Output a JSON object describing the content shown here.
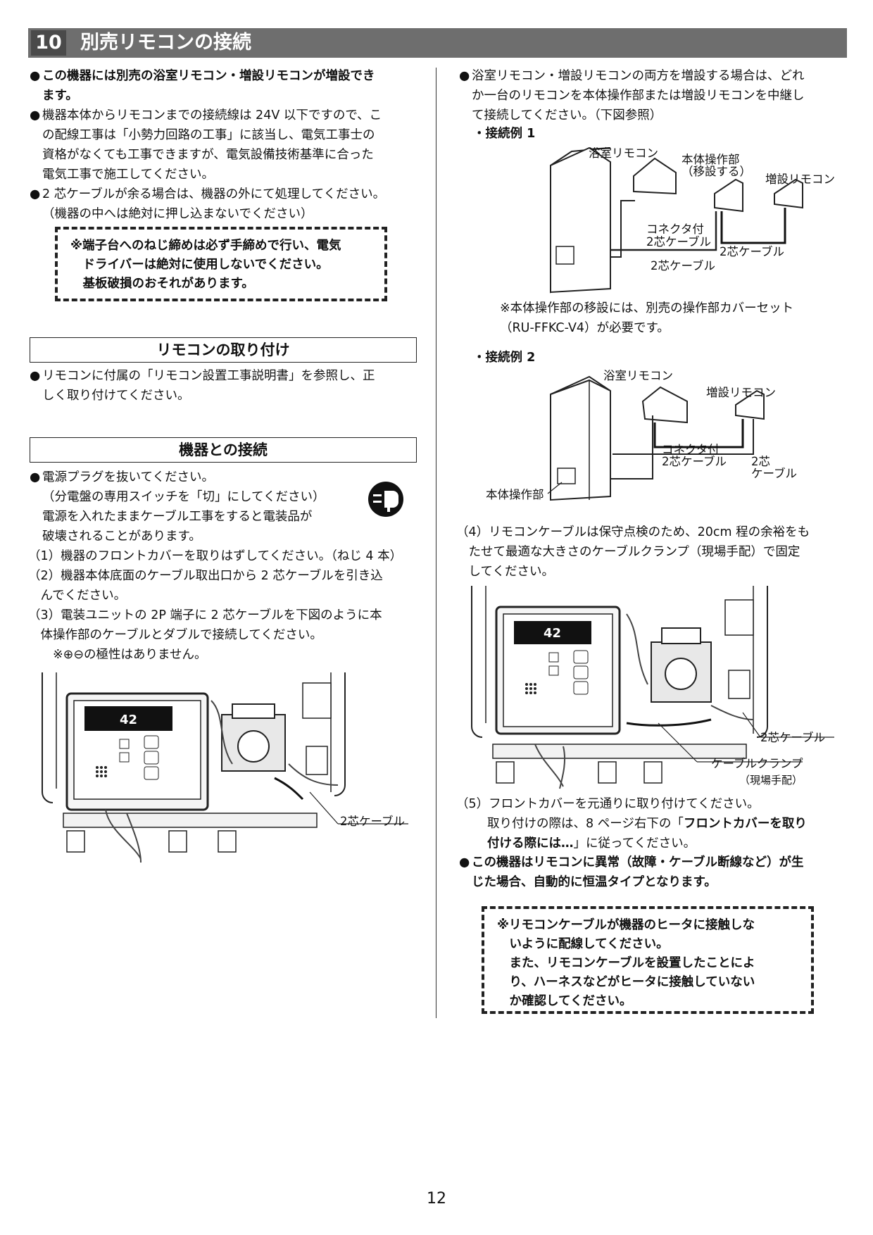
{
  "header": {
    "number": "10",
    "title": "別売リモコンの接続"
  },
  "left": {
    "intro": [
      {
        "lines": [
          "この機器には別売の浴室リモコン・増設リモコンが増設でき",
          "ます。"
        ],
        "bold": true
      },
      {
        "lines": [
          "機器本体からリモコンまでの接続線は 24V 以下ですので、こ",
          "の配線工事は「小勢力回路の工事」に該当し、電気工事士の",
          "資格がなくても工事できますが、電気設備技術基準に合った",
          "電気工事で施工してください。"
        ],
        "bold": false
      },
      {
        "lines": [
          "2 芯ケーブルが余る場合は、機器の外にて処理してください。",
          "（機器の中へは絶対に押し込まないでください）"
        ],
        "bold": false
      }
    ],
    "caution_box": [
      "※端子台へのねじ締めは必ず手締めで行い、電気",
      "　ドライバーは絶対に使用しないでください。",
      "　基板破損のおそれがあります。"
    ],
    "section_mount": {
      "title": "リモコンの取り付け",
      "lines": [
        "リモコンに付属の「リモコン設置工事説明書」を参照し、正",
        "しく取り付けてください。"
      ]
    },
    "section_connect": {
      "title": "機器との接続",
      "plug_lines": [
        "電源プラグを抜いてください。",
        "（分電盤の専用スイッチを「切」にしてください）",
        "電源を入れたままケーブル工事をすると電装品が",
        "破壊されることがあります。"
      ],
      "steps": [
        {
          "lines": [
            "（1）機器のフロントカバーを取りはずしてください。（ねじ 4 本）"
          ]
        },
        {
          "lines": [
            "（2）機器本体底面のケーブル取出口から 2 芯ケーブルを引き込",
            "　んでください。"
          ]
        },
        {
          "lines": [
            "（3）電装ユニットの 2P 端子に 2 芯ケーブルを下図のように本",
            "　体操作部のケーブルとダブルで接続してください。",
            "　　※⊕⊖の極性はありません。"
          ]
        }
      ],
      "figure": {
        "display_temp": "42",
        "cable_label": "2芯ケーブル"
      }
    }
  },
  "right": {
    "intro": [
      "浴室リモコン・増設リモコンの両方を増設する場合は、どれ",
      "か一台のリモコンを本体操作部または増設リモコンを中継し",
      "て接続してください。（下図参照）"
    ],
    "example1": {
      "title": "・接続例 1",
      "labels": {
        "bath": "浴室リモコン",
        "panel_1": "本体操作部",
        "panel_2": "（移設する）",
        "extra": "増設リモコン",
        "conn_1": "コネクタ付",
        "conn_2": "2芯ケーブル",
        "cable_a": "2芯ケーブル",
        "cable_b": "2芯ケーブル"
      },
      "note": [
        "※本体操作部の移設には、別売の操作部カバーセット",
        "（RU-FFKC-V4）が必要です。"
      ]
    },
    "example2": {
      "title": "・接続例 2",
      "labels": {
        "bath": "浴室リモコン",
        "extra": "増設リモコン",
        "conn_1": "コネクタ付",
        "conn_2": "2芯ケーブル",
        "two_1": "2芯",
        "two_2": "ケーブル",
        "panel": "本体操作部"
      }
    },
    "step4": [
      "（4）リモコンケーブルは保守点検のため、20cm 程の余裕をも",
      "　たせて最適な大きさのケーブルクランプ（現場手配）で固定",
      "　してください。"
    ],
    "figure2": {
      "display_temp": "42",
      "cable_label": "2芯ケーブル",
      "clamp_label": "ケーブルクランプ",
      "clamp_sub": "（現場手配）"
    },
    "step5_lines": [
      "（5）フロントカバーを元通りに取り付けてください。"
    ],
    "step5_line2_pre": "取り付けの際は、8 ページ右下の「",
    "step5_line2_bold": "フロントカバーを取り",
    "step5_line3_bold": "付ける際には…",
    "step5_line3_post": "」に従ってください。",
    "warning": [
      "この機器はリモコンに異常（故障・ケーブル断線など）が生",
      "じた場合、自動的に恒温タイプとなります。"
    ],
    "caution_box": [
      "※リモコンケーブルが機器のヒータに接触しな",
      "　いように配線してください。",
      "　また、リモコンケーブルを設置したことによ",
      "　り、ハーネスなどがヒータに接触していない",
      "　か確認してください。"
    ]
  },
  "page_number": "12"
}
